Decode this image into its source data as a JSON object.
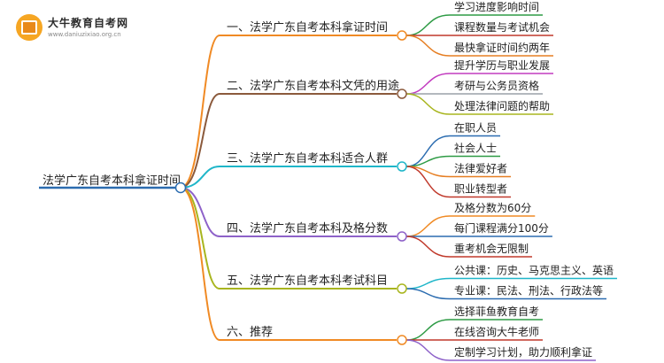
{
  "logo": {
    "title": "大牛教育自考网",
    "url": "www.daniuzixiao.org.cn"
  },
  "root": {
    "label": "法学广东自考本科拿证时间",
    "color": "#2b6cb0"
  },
  "branches": [
    {
      "label": "一、法学广东自考本科拿证时间",
      "color": "#f08a24",
      "children": [
        {
          "label": "学习进度影响时间",
          "color": "#2e9b45"
        },
        {
          "label": "课程数量与考试机会",
          "color": "#c0392b"
        },
        {
          "label": "最快拿证时间约两年",
          "color": "#e67e22"
        }
      ]
    },
    {
      "label": "二、法学广东自考本科文凭的用途",
      "color": "#8b5a3c",
      "children": [
        {
          "label": "提升学历与职业发展",
          "color": "#c23bbf"
        },
        {
          "label": "考研与公务员资格",
          "color": "#9aa1a8"
        },
        {
          "label": "处理法律问题的帮助",
          "color": "#a8b51e"
        }
      ]
    },
    {
      "label": "三、法学广东自考本科适合人群",
      "color": "#1fb6c9",
      "children": [
        {
          "label": "在职人员",
          "color": "#2b6cb0"
        },
        {
          "label": "社会人士",
          "color": "#2e9b45"
        },
        {
          "label": "法律爱好者",
          "color": "#e67e22"
        },
        {
          "label": "职业转型者",
          "color": "#c0392b"
        }
      ]
    },
    {
      "label": "四、法学广东自考本科及格分数",
      "color": "#8e62c9",
      "children": [
        {
          "label": "及格分数为60分",
          "color": "#f08a24"
        },
        {
          "label": "每门课程满分100分",
          "color": "#2b6cb0"
        },
        {
          "label": "重考机会无限制",
          "color": "#c0392b"
        }
      ]
    },
    {
      "label": "五、法学广东自考本科考试科目",
      "color": "#a8b51e",
      "children": [
        {
          "label": "公共课：历史、马克思主义、英语",
          "color": "#1fb6c9"
        },
        {
          "label": "专业课：民法、刑法、行政法等",
          "color": "#2b6cb0"
        }
      ]
    },
    {
      "label": "六、推荐",
      "color": "#f08a24",
      "children": [
        {
          "label": "选择菲鱼教育自考",
          "color": "#2e9b45"
        },
        {
          "label": "在线咨询大牛老师",
          "color": "#c0392b"
        },
        {
          "label": "定制学习计划，助力顺利拿证",
          "color": "#8e62c9"
        }
      ]
    }
  ]
}
